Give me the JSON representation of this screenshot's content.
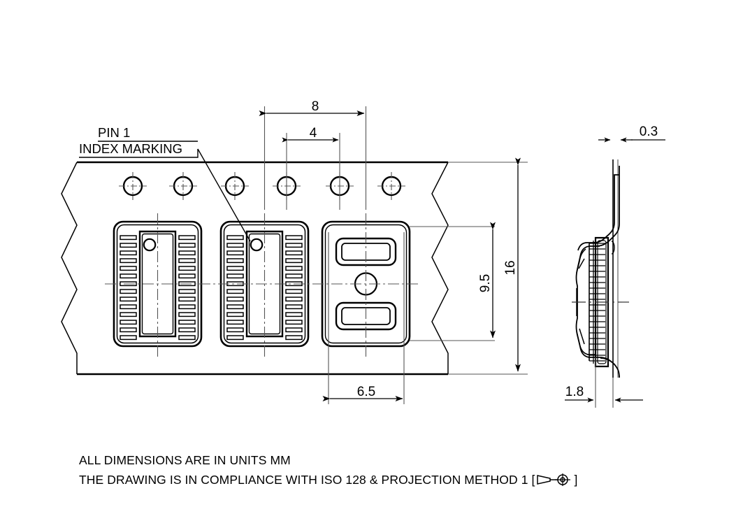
{
  "drawing": {
    "title": "Tape carrier / embossed carrier tape dimensional drawing",
    "view_top_name": "carrier-tape-plan-view",
    "view_section_name": "carrier-tape-cross-section"
  },
  "annotations": {
    "pin1_line1": "PIN 1",
    "pin1_line2": "INDEX MARKING"
  },
  "dimensions": {
    "pitch_outer": "8",
    "pitch_inner": "4",
    "tape_width": "16",
    "pocket_center_height": "9.5",
    "pocket_width": "6.5",
    "tape_thickness": "0.3",
    "pocket_depth": "1.8"
  },
  "notes": {
    "units": "ALL DIMENSIONS ARE IN UNITS MM",
    "iso_prefix": "THE DRAWING IS IN COMPLIANCE WITH ISO 128 & PROJECTION METHOD 1 [",
    "iso_suffix": "]"
  },
  "style": {
    "line_color": "#000000",
    "thin_line_color": "#1a1a1a",
    "background": "#ffffff"
  },
  "geometry": {
    "sprocket_hole_count": 6,
    "lead_slots_per_side": 14,
    "pockets_with_device": 2,
    "empty_pockets": 1
  }
}
